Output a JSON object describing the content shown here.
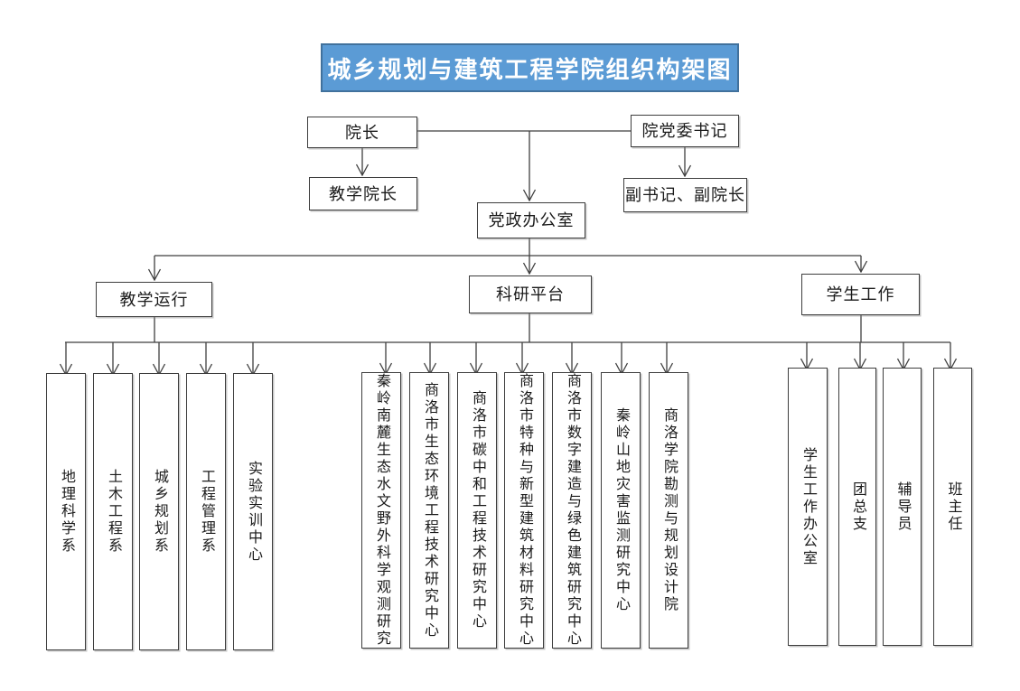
{
  "title": "城乡规划与建筑工程学院组织构架图",
  "leadership": {
    "dean": "院长",
    "party_secretary": "院党委书记",
    "teaching_dean": "教学院长",
    "deputy_secretary_deputy_dean": "副书记、副院长",
    "party_admin_office": "党政办公室"
  },
  "branches": [
    {
      "label": "教学运行",
      "children": [
        "地理科学系",
        "土木工程系",
        "城乡规划系",
        "工程管理系",
        "实验实训中心"
      ]
    },
    {
      "label": "科研平台",
      "children": [
        "秦岭南麓生态水文野外科学观测研究",
        "商洛市生态环境工程技术研究中心",
        "商洛市碳中和工程技术研究中心",
        "商洛市特种与新型建筑材料研究中心",
        "商洛市数字建造与绿色建筑研究中心",
        "秦岭山地灾害监测研究中心",
        "商洛学院勘测与规划设计院"
      ]
    },
    {
      "label": "学生工作",
      "children": [
        "学生工作办公室",
        "团总支",
        "辅导员",
        "班主任"
      ]
    }
  ],
  "colors": {
    "title_bg": "#5B9BD5",
    "title_border": "#41719C",
    "title_text": "#FFFFFF",
    "line": "#3F3F3F",
    "box_border": "#3D3D3D",
    "text": "#1A1A1A",
    "background": "#FFFFFF"
  }
}
